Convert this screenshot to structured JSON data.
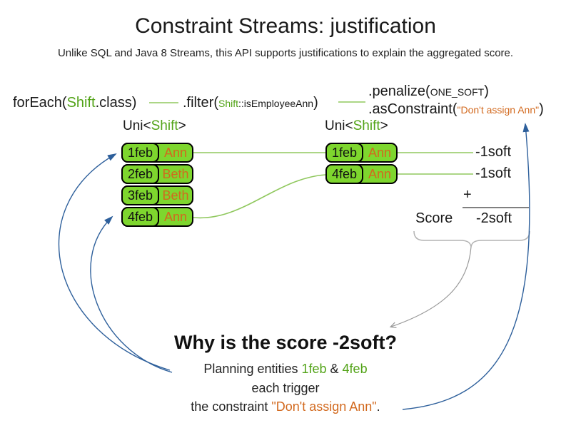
{
  "title": "Constraint Streams: justification",
  "subtitle": "Unlike SQL and Java 8 Streams, this API supports justifications to explain the aggregated score.",
  "code": {
    "foreach_pre": "forEach(",
    "foreach_class": "Shift",
    "foreach_post": ".class)",
    "filter_pre": ".filter(",
    "filter_class": "Shift",
    "filter_method": "::isEmployeeAnn",
    "filter_post": ")",
    "penalize_pre": ".penalize(",
    "penalize_arg": "ONE_SOFT",
    "penalize_post": ")",
    "asconstraint_pre": ".asConstraint(",
    "asconstraint_arg": "\"Don't assign Ann\"",
    "asconstraint_post": ")"
  },
  "stream_labels": {
    "left": {
      "pre": "Uni<",
      "type": "Shift",
      "post": ">"
    },
    "right": {
      "pre": "Uni<",
      "type": "Shift",
      "post": ">"
    }
  },
  "tables": {
    "left": {
      "rows": [
        {
          "date": "1feb",
          "name": "Ann"
        },
        {
          "date": "2feb",
          "name": "Beth"
        },
        {
          "date": "3feb",
          "name": "Beth"
        },
        {
          "date": "4feb",
          "name": "Ann"
        }
      ]
    },
    "right": {
      "rows": [
        {
          "date": "1feb",
          "name": "Ann"
        },
        {
          "date": "4feb",
          "name": "Ann"
        }
      ]
    }
  },
  "score": {
    "per_row": [
      "-1soft",
      "-1soft"
    ],
    "plus": "+",
    "label": "Score",
    "total": "-2soft"
  },
  "explanation": {
    "heading": "Why is the score -2soft?",
    "line1_pre": "Planning entities ",
    "line1_entity1": "1feb",
    "line1_amp": " & ",
    "line1_entity2": "4feb",
    "line2": "each trigger",
    "line3_pre": "the constraint ",
    "line3_quote": "\"Don't assign Ann\"",
    "line3_post": "."
  },
  "colors": {
    "box_green": "#7ed62e",
    "type_green": "#52a317",
    "line_green": "#90c85e",
    "orange": "#d2691e",
    "blue": "#2d5f9b"
  }
}
